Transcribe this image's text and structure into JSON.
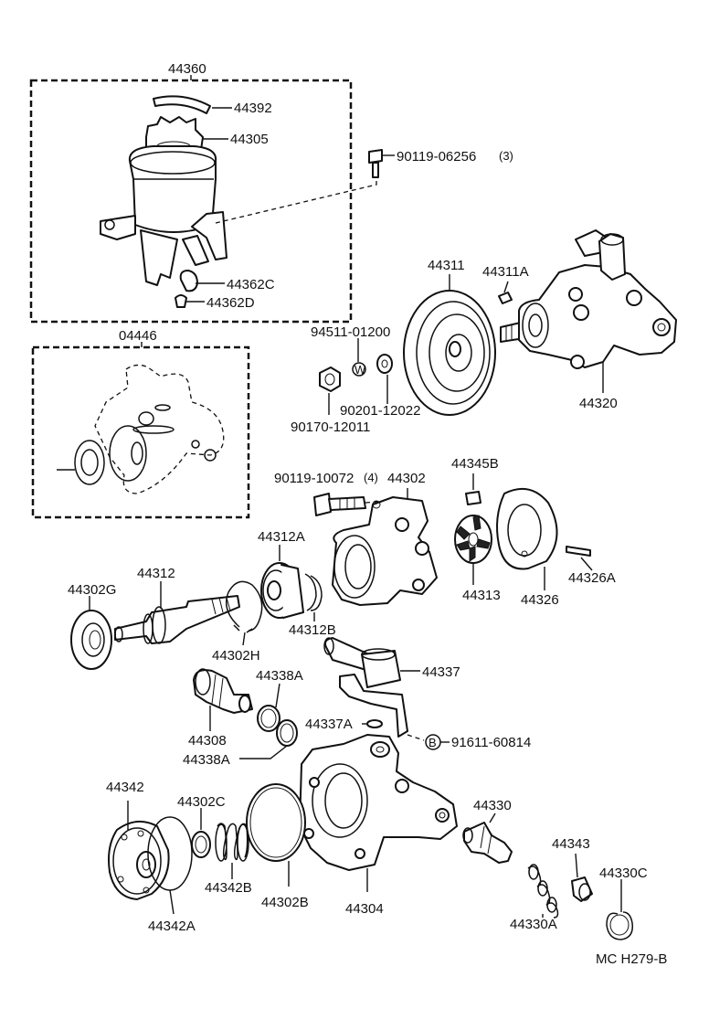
{
  "labels": {
    "l44360": "44360",
    "l44392": "44392",
    "l44305": "44305",
    "l90119_06256": "90119-06256",
    "l90119_06256_qty": "(3)",
    "l44362C": "44362C",
    "l44362D": "44362D",
    "l04446": "04446",
    "l44311": "44311",
    "l44311A": "44311A",
    "l94511_01200": "94511-01200",
    "l90201_12022": "90201-12022",
    "l90170_12011": "90170-12011",
    "l44320": "44320",
    "l90119_10072": "90119-10072",
    "l90119_10072_qty": "(4)",
    "l44302": "44302",
    "l44345B": "44345B",
    "l44312A": "44312A",
    "l44312": "44312",
    "l44302G": "44302G",
    "l44313": "44313",
    "l44326": "44326",
    "l44326A": "44326A",
    "l44312B": "44312B",
    "l44302H": "44302H",
    "l44337": "44337",
    "l44338A_top": "44338A",
    "l44337A": "44337A",
    "l91611_60814": "91611-60814",
    "bolt_marker": "B",
    "l44308": "44308",
    "l44338A_bottom": "44338A",
    "l44342": "44342",
    "l44302C": "44302C",
    "l44330": "44330",
    "l44343": "44343",
    "l44330C": "44330C",
    "l44342B": "44342B",
    "l44302B": "44302B",
    "l44304": "44304",
    "l44342A": "44342A",
    "l44330A": "44330A",
    "drawing_code": "MC H279-B"
  }
}
